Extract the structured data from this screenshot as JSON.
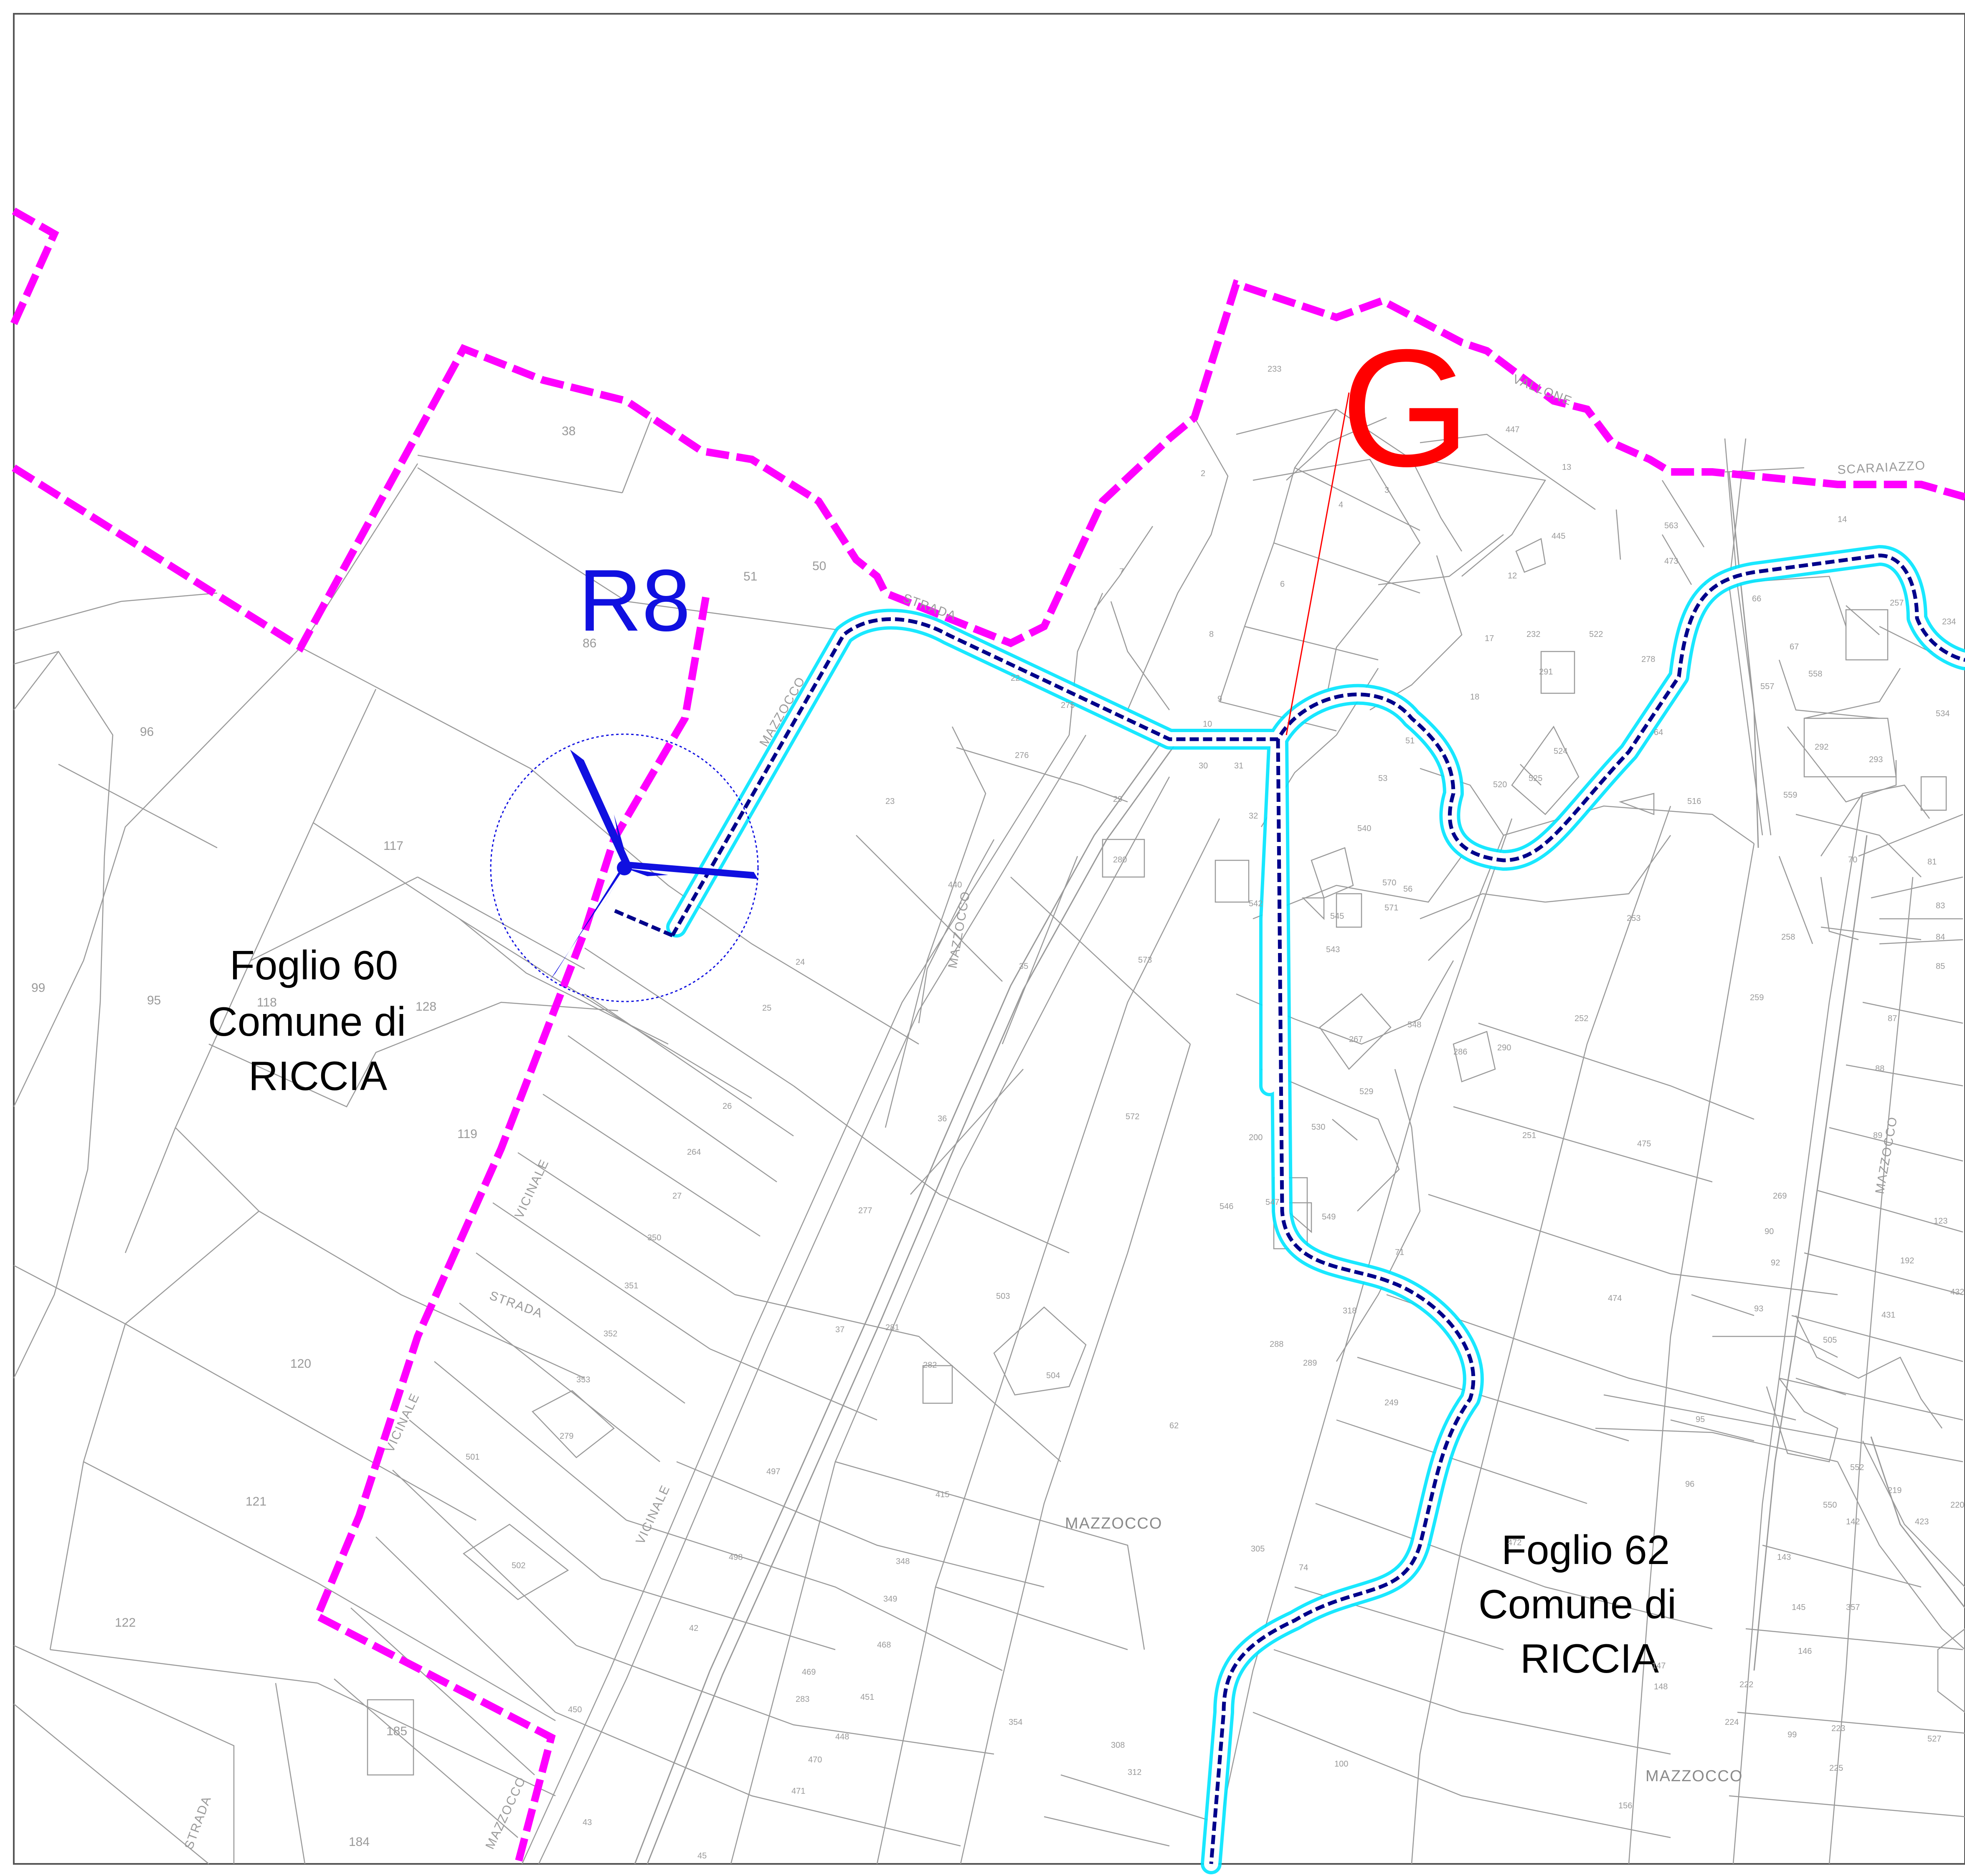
{
  "map": {
    "turbine_label": "R8",
    "route_label": "G",
    "sheets": [
      {
        "lines": [
          "Foglio 60",
          "Comune di",
          "RICCIA"
        ]
      },
      {
        "lines": [
          "Foglio 62",
          "Comune di",
          "RICCIA"
        ]
      }
    ],
    "localities": [
      "MAZZOCCO",
      "MAZZOCCO"
    ],
    "roads": [
      "MAZZOCCO",
      "STRADA",
      "VICINALE",
      "STRADA",
      "MAZZOCCO",
      "VALLONE",
      "SCARAIAZZO",
      "VICINALE",
      "STRADA",
      "MAZZOCCO",
      "VICINALE",
      "MAZZOCCO"
    ],
    "parcels_left": [
      "38",
      "51",
      "50",
      "86",
      "96",
      "117",
      "118",
      "128",
      "99",
      "95",
      "119",
      "120",
      "121",
      "122",
      "184",
      "185"
    ],
    "parcels_mid": [
      "23",
      "24",
      "25",
      "26",
      "264",
      "27",
      "350",
      "351",
      "352",
      "353",
      "279",
      "501",
      "502",
      "450",
      "43",
      "45",
      "37",
      "281",
      "282",
      "277",
      "503",
      "504",
      "440",
      "35",
      "36",
      "280",
      "29",
      "573",
      "572",
      "275",
      "276",
      "22",
      "30",
      "31",
      "10",
      "9",
      "8",
      "7",
      "6",
      "2",
      "4",
      "3",
      "233",
      "447",
      "62",
      "415",
      "497",
      "498",
      "42",
      "348",
      "349",
      "468",
      "469",
      "283",
      "451",
      "448",
      "470",
      "471",
      "354",
      "308",
      "312",
      "305",
      "74",
      "200",
      "546",
      "547",
      "549",
      "530",
      "529",
      "267",
      "548",
      "286",
      "290",
      "71",
      "288",
      "289",
      "318",
      "249",
      "32",
      "542",
      "545",
      "543",
      "540",
      "570",
      "571",
      "56",
      "53",
      "51",
      "520",
      "525",
      "524",
      "18",
      "17",
      "64",
      "516",
      "522",
      "278",
      "232",
      "291",
      "12",
      "13",
      "445",
      "473",
      "563",
      "100"
    ],
    "parcels_right": [
      "14",
      "66",
      "67",
      "557",
      "558",
      "292",
      "293",
      "559",
      "534",
      "257",
      "234",
      "70",
      "81",
      "83",
      "84",
      "85",
      "87",
      "88",
      "89",
      "258",
      "259",
      "253",
      "252",
      "251",
      "475",
      "474",
      "472",
      "93",
      "95",
      "96",
      "123",
      "192",
      "431",
      "432",
      "505",
      "219",
      "220",
      "423",
      "142",
      "143",
      "145",
      "146",
      "147",
      "148",
      "99",
      "222",
      "223",
      "224",
      "225",
      "156",
      "527",
      "357",
      "552",
      "550",
      "269",
      "90",
      "92"
    ]
  }
}
